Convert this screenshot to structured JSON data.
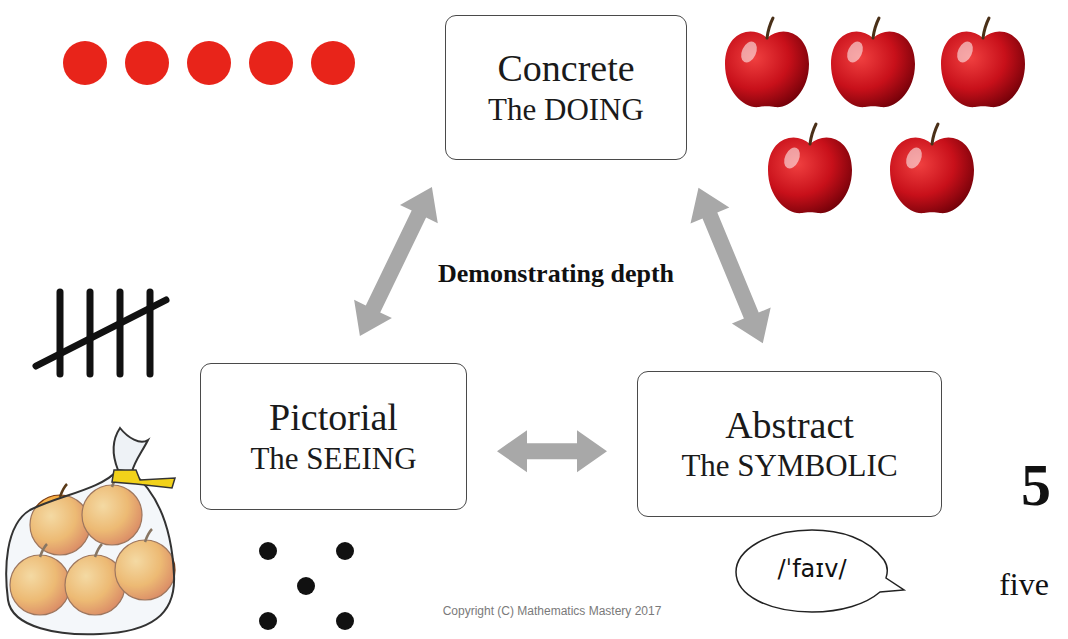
{
  "diagram": {
    "nodes": [
      {
        "text": [
          "Concrete",
          "The DOING"
        ]
      },
      {
        "text": [
          "Pictorial",
          "The SEEING"
        ]
      },
      {
        "text": [
          "Abstract",
          "The SYMBOLIC"
        ]
      }
    ],
    "edges": [
      {
        "from": 0,
        "to": 1,
        "arrow": "both"
      },
      {
        "from": 0,
        "to": 2,
        "arrow": "both"
      },
      {
        "from": 1,
        "to": 2,
        "arrow": "both"
      }
    ],
    "labels": [
      "Demonstrating depth",
      "5",
      "/ˈfaɪv/",
      "five",
      "Copyright (C) Mathematics Mastery 2017"
    ]
  }
}
